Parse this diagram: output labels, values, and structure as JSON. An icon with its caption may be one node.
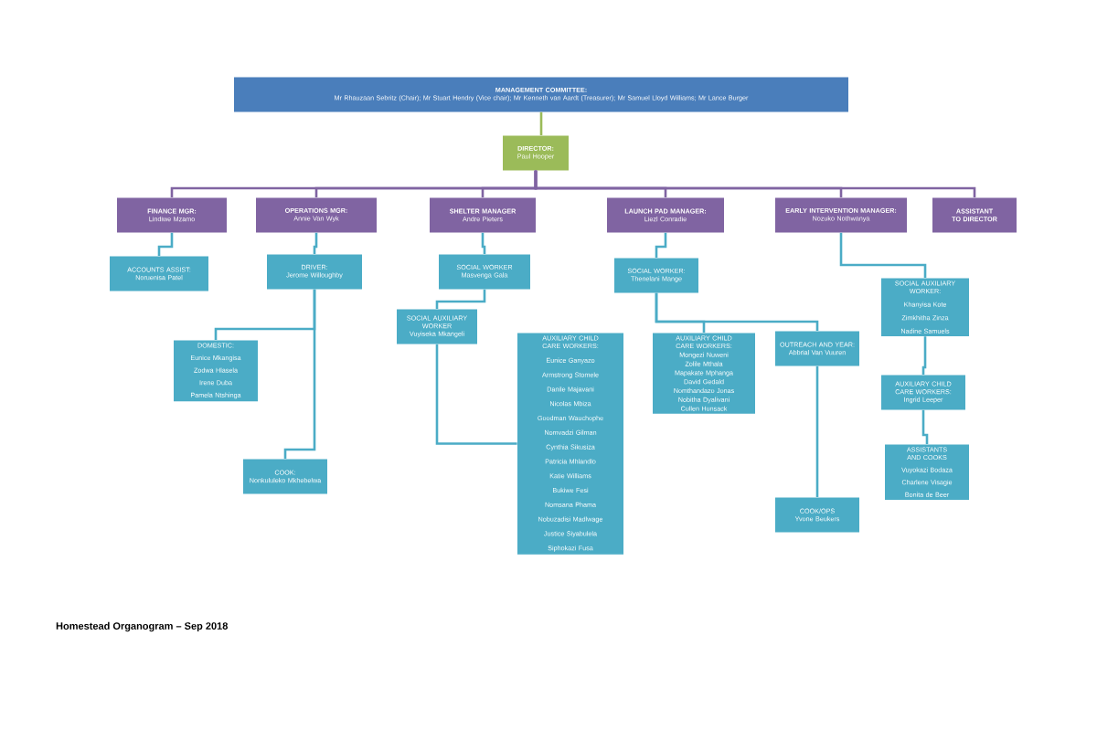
{
  "diagram": {
    "caption": "Homestead Organogram – Sep 2018",
    "nodes": [
      {
        "text": [
          "MANAGEMENT COMMITTEE:",
          "Mr Rhauzaan Sebritz (Chair); Mr Stuart Hendry (Vice chair); Mr Kenneth van Aardt (Treasurer); Mr Samuel Lloyd Williams; Mr Lance Burger"
        ]
      },
      {
        "text": [
          "DIRECTOR:",
          "Paul Hooper"
        ]
      },
      {
        "text": [
          "FINANCE MGR:",
          "Lindiwe Mzamo"
        ]
      },
      {
        "text": [
          "OPERATIONS MGR:",
          "Annie Van Wyk"
        ]
      },
      {
        "text": [
          "SHELTER MANAGER",
          "Andre Pieters"
        ]
      },
      {
        "text": [
          "LAUNCH PAD MANAGER:",
          "Liezl Conradie"
        ]
      },
      {
        "text": [
          "EARLY INTERVENTION MANAGER:",
          "Nozuko Nothwanya"
        ]
      },
      {
        "text": [
          "ASSISTANT TO DIRECTOR"
        ]
      },
      {
        "text": [
          "ACCOUNTS ASSIST:",
          "Noruenisa Patel"
        ]
      },
      {
        "text": [
          "DRIVER:",
          "Jerome Willoughby"
        ]
      },
      {
        "text": [
          "DOMESTIC:",
          "Eunice Mkangisa",
          "Zodwa Hlasela",
          "Irene Duba",
          "Pamela Ntshinga"
        ]
      },
      {
        "text": [
          "COOK:",
          "Nonkululeko Mkhebelwa"
        ]
      },
      {
        "text": [
          "SOCIAL WORKER",
          "Masvenga Gala"
        ]
      },
      {
        "text": [
          "SOCIAL AUXILIARY WORKER",
          "Vuyiseka Mkangeli"
        ]
      },
      {
        "text": [
          "AUXILIARY CHILD CARE WORKERS:",
          "Eunice Ganyazo",
          "Armstrong Stomele",
          "Danile Majavani",
          "Nicolas Mbiza",
          "Goodman Wauchophe",
          "Nomvadzi Gilman",
          "Cynthia Sikusiza",
          "Patricia Mhlandlo",
          "Katie Williams",
          "Bukiwe Fesi",
          "Nomsana Phama",
          "Nobuzadisi Madlwage",
          "Justice Siyabulela",
          "Siphokazi Fusa"
        ]
      },
      {
        "text": [
          "SOCIAL WORKER:",
          "Thenelani Mange"
        ]
      },
      {
        "text": [
          "AUXILIARY CHILD CARE WORKERS:",
          "Mongezi Nuweni",
          "Zolile Mthala",
          "Mapakate Mphanga",
          "David Gedald",
          "Nomthandazo Jonas",
          "Nobitha Dyalivani",
          "Cullen Hunsack"
        ]
      },
      {
        "text": [
          "OUTREACH AND YEAR:",
          "Abbrial Van Vuuren"
        ]
      },
      {
        "text": [
          "COOK/OPS",
          "Yvone Beukers"
        ]
      },
      {
        "text": [
          "SOCIAL AUXILIARY WORKER:",
          "Khanyisa Kote",
          "Zimkhitha Zinza",
          "Nadine Samuels"
        ]
      },
      {
        "text": [
          "AUXILIARY CHILD CARE WORKERS:",
          "Ingrid Leeper"
        ]
      },
      {
        "text": [
          "ASSISTANTS AND COOKS",
          "Vuyokazi Bodaza",
          "Charlene Visagie",
          "Bonita de Beer"
        ]
      }
    ],
    "edges": [
      {
        "from": 0,
        "to": 1,
        "arrow": "none",
        "color": "#9bbb59"
      },
      {
        "from": 1,
        "to": 2,
        "arrow": "none",
        "color": "#8064a2"
      },
      {
        "from": 1,
        "to": 3,
        "arrow": "none",
        "color": "#8064a2"
      },
      {
        "from": 1,
        "to": 4,
        "arrow": "none",
        "color": "#8064a2"
      },
      {
        "from": 1,
        "to": 5,
        "arrow": "none",
        "color": "#8064a2"
      },
      {
        "from": 1,
        "to": 6,
        "arrow": "none",
        "color": "#8064a2"
      },
      {
        "from": 1,
        "to": 7,
        "arrow": "none",
        "color": "#8064a2"
      },
      {
        "from": 2,
        "to": 8,
        "arrow": "none"
      },
      {
        "from": 3,
        "to": 9,
        "arrow": "none"
      },
      {
        "from": 4,
        "to": 12,
        "arrow": "none"
      },
      {
        "from": 5,
        "to": 15,
        "arrow": "none"
      },
      {
        "from": 6,
        "to": 19,
        "arrow": "none"
      },
      {
        "from": 9,
        "to": 10,
        "arrow": "none"
      },
      {
        "from": 9,
        "to": 11,
        "arrow": "none"
      },
      {
        "from": 12,
        "to": 13,
        "arrow": "none"
      },
      {
        "from": 13,
        "to": 14,
        "arrow": "none"
      },
      {
        "from": 15,
        "to": 16,
        "arrow": "none"
      },
      {
        "from": 15,
        "to": 17,
        "arrow": "none"
      },
      {
        "from": 17,
        "to": 18,
        "arrow": "none"
      },
      {
        "from": 19,
        "to": 20,
        "arrow": "none"
      },
      {
        "from": 20,
        "to": 21,
        "arrow": "none"
      }
    ]
  }
}
